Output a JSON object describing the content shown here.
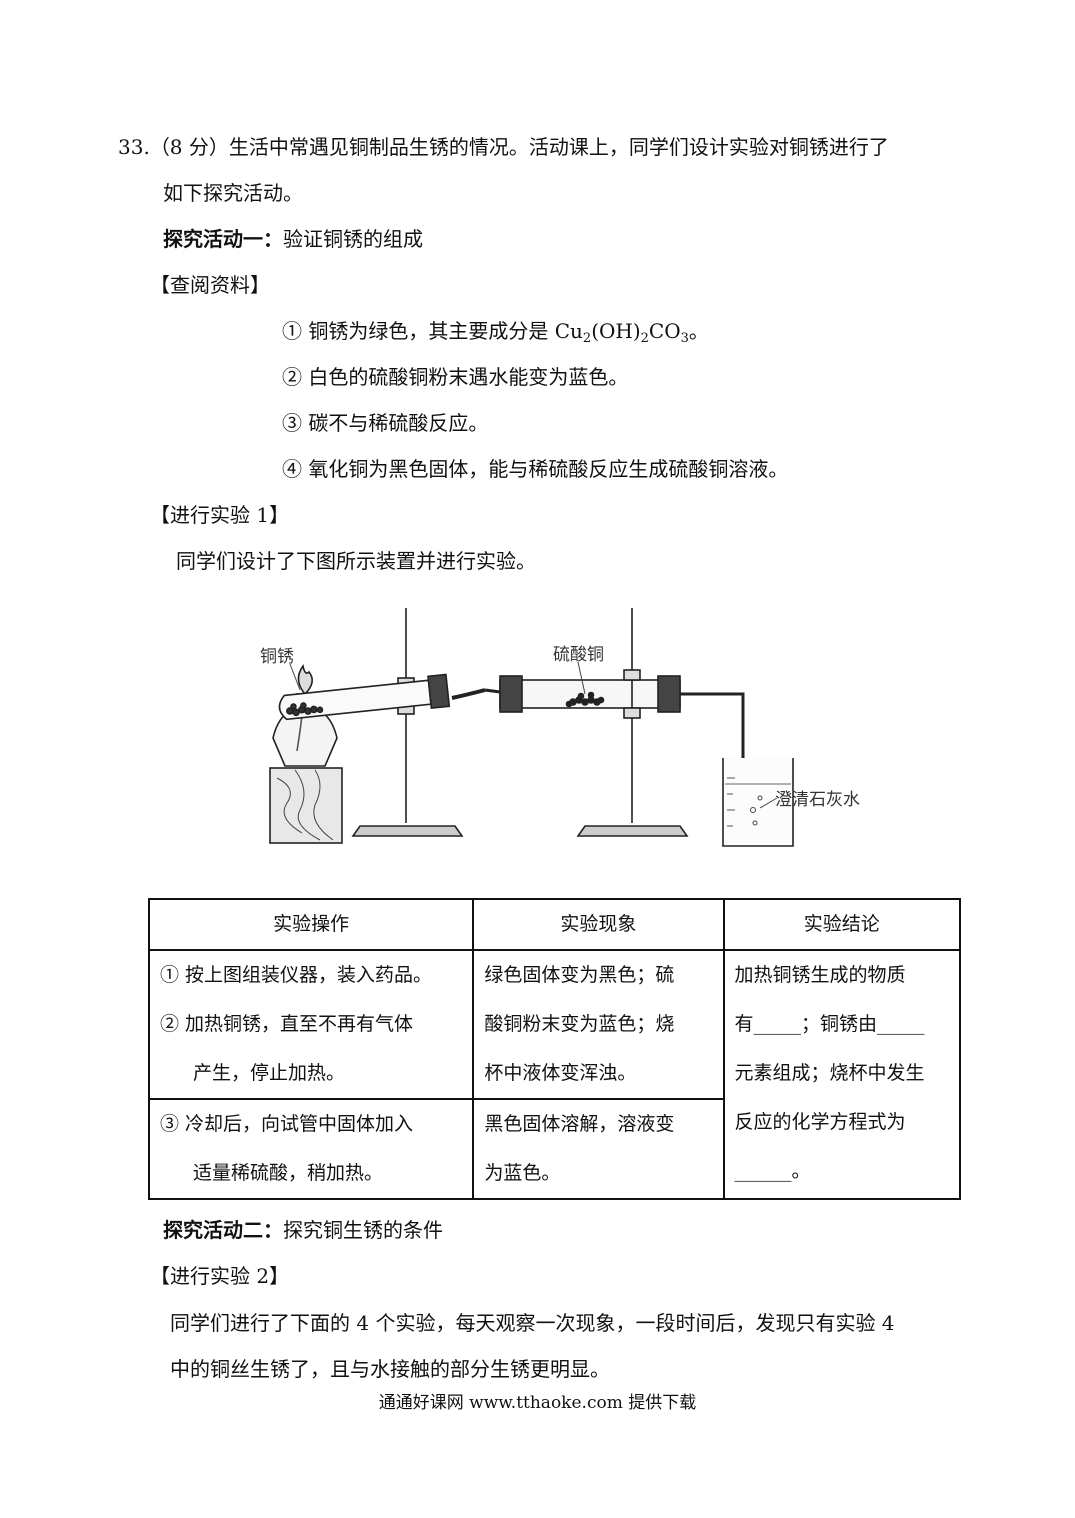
{
  "question": {
    "number": "33.",
    "score": "（8 分）",
    "intro_line1": "生活中常遇见铜制品生锈的情况。活动课上，同学们设计实验对铜锈进行了",
    "intro_line2": "如下探究活动。"
  },
  "activity1": {
    "label": "探究活动一：",
    "text": "验证铜锈的组成"
  },
  "reference": {
    "heading": "【查阅资料】",
    "item1_prefix": "① 铜锈为绿色，其主要成分是 Cu",
    "item1_sub1": "2",
    "item1_mid": "(OH)",
    "item1_sub2": "2",
    "item1_co": "CO",
    "item1_sub3": "3",
    "item1_end": "。",
    "item2": "② 白色的硫酸铜粉末遇水能变为蓝色。",
    "item3": "③ 碳不与稀硫酸反应。",
    "item4": "④ 氧化铜为黑色固体，能与稀硫酸反应生成硫酸铜溶液。"
  },
  "experiment1": {
    "heading": "【进行实验 1】",
    "text": "同学们设计了下图所示装置并进行实验。"
  },
  "figure": {
    "label_rust": "铜锈",
    "label_cuso4": "硫酸铜",
    "label_limewater": "澄清石灰水"
  },
  "table": {
    "headers": [
      "实验操作",
      "实验现象",
      "实验结论"
    ],
    "row1_op": [
      "① 按上图组装仪器，装入药品。",
      "② 加热铜锈，直至不再有气体",
      "产生，停止加热。"
    ],
    "row1_obs": [
      "绿色固体变为黑色；硫",
      "酸铜粉末变为蓝色；烧",
      "杯中液体变浑浊。"
    ],
    "row2_op": [
      "③ 冷却后，向试管中固体加入",
      "适量稀硫酸，稍加热。"
    ],
    "row2_obs": [
      "黑色固体溶解，溶液变",
      "为蓝色。"
    ],
    "conclusion": [
      "加热铜锈生成的物质",
      "有_____；铜锈由_____",
      "元素组成；烧杯中发生",
      "反应的化学方程式为",
      "______。"
    ]
  },
  "activity2": {
    "label": "探究活动二：",
    "text": "探究铜生锈的条件"
  },
  "experiment2": {
    "heading": "【进行实验 2】",
    "line1": "同学们进行了下面的 4 个实验，每天观察一次现象，一段时间后，发现只有实验 4",
    "line2": "中的铜丝生锈了，且与水接触的部分生锈更明显。"
  },
  "footer": "通通好课网  www.tthaoke.com  提供下载"
}
